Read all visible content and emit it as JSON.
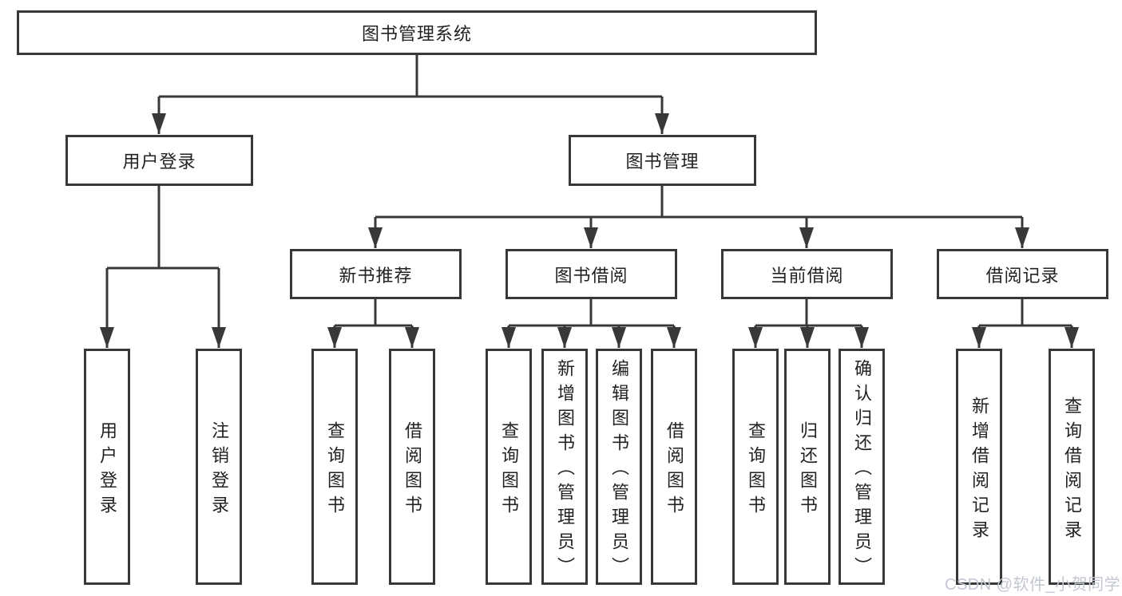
{
  "diagram": {
    "root": {
      "label": "图书管理系统"
    },
    "level2": {
      "user_login": "用户登录",
      "book_management": "图书管理"
    },
    "level3": {
      "new_book_recommend": "新书推荐",
      "book_borrow": "图书借阅",
      "current_borrow": "当前借阅",
      "borrow_records": "借阅记录"
    },
    "leaves": {
      "user_login": "用户登录",
      "logout": "注销登录",
      "query_book_recommend": "查询图书",
      "borrow_book_recommend": "借阅图书",
      "query_book_borrow": "查询图书",
      "add_book_admin": "新增图书（管理员）",
      "edit_book_admin": "编辑图书（管理员）",
      "borrow_book": "借阅图书",
      "query_book_current": "查询图书",
      "return_book": "归还图书",
      "confirm_return_admin": "确认归还（管理员）",
      "add_borrow_record": "新增借阅记录",
      "query_borrow_record": "查询借阅记录"
    }
  },
  "watermark": {
    "text": "CSDN @软件_小贺同学"
  },
  "colors": {
    "line": "#383838",
    "box_background": "#ffffff",
    "text": "#222222",
    "watermark": "#c3c7d2"
  }
}
